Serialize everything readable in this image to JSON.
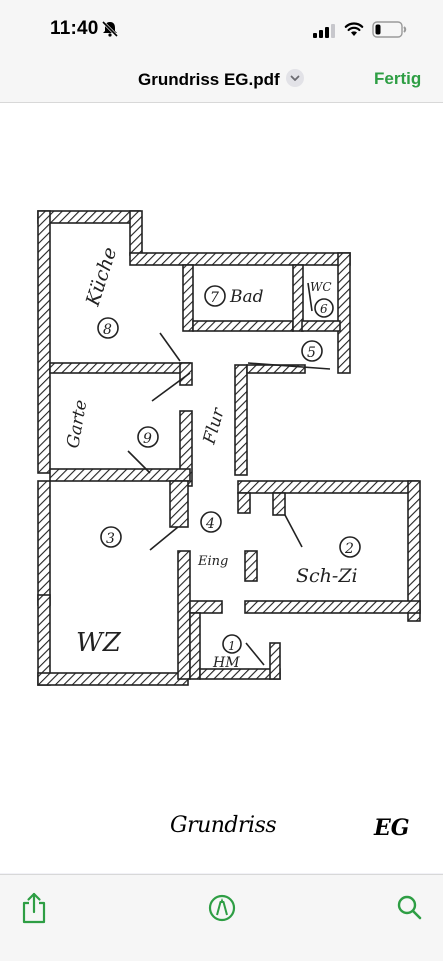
{
  "status_bar": {
    "time": "11:40"
  },
  "nav": {
    "title": "Grundriss EG.pdf",
    "done_label": "Fertig"
  },
  "floor_plan": {
    "rooms": {
      "kitchen": {
        "label": "Küche",
        "number": "8"
      },
      "bath": {
        "label": "Bad",
        "number": "7"
      },
      "wc": {
        "label": "WC",
        "number": "6"
      },
      "corridor_small": {
        "number": "5"
      },
      "hall": {
        "label": "Flur"
      },
      "garden_room": {
        "label": "Garte",
        "number": "9"
      },
      "entry": {
        "number": "4"
      },
      "living": {
        "label": "WZ",
        "number": "3"
      },
      "entrance": {
        "label": "Eing"
      },
      "bedroom": {
        "label": "Sch-Zi",
        "number": "2"
      },
      "utility": {
        "label": "HM",
        "number": "1"
      }
    },
    "caption": {
      "left": "Grundriss",
      "right": "EG"
    }
  },
  "toolbar": {
    "share_icon": "square-and-arrow-up-icon",
    "markup_icon": "pencil-tip-crop-circle-icon",
    "search_icon": "magnifying-glass-icon",
    "accent_color": "#2e9e44"
  }
}
